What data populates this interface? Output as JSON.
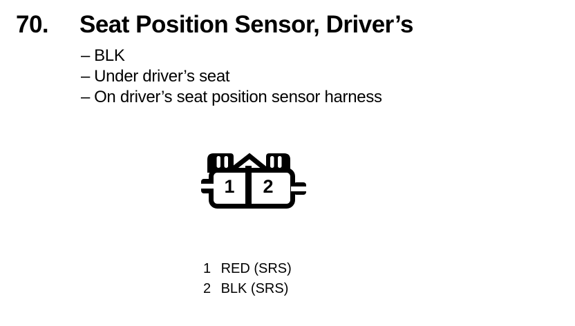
{
  "page": {
    "item_number": "70.",
    "title": "Seat Position Sensor, Driver’s",
    "bullet_marker": "–",
    "bullets": [
      "BLK",
      "Under driver’s seat",
      "On driver’s seat position sensor harness"
    ]
  },
  "connector": {
    "type": "2-pin connector, front view",
    "pins": [
      "1",
      "2"
    ]
  },
  "legend": {
    "entries": [
      {
        "pin": "1",
        "label": "RED (SRS)"
      },
      {
        "pin": "2",
        "label": "BLK (SRS)"
      }
    ]
  },
  "colors": {
    "ink": "#000000",
    "paper": "#ffffff"
  }
}
